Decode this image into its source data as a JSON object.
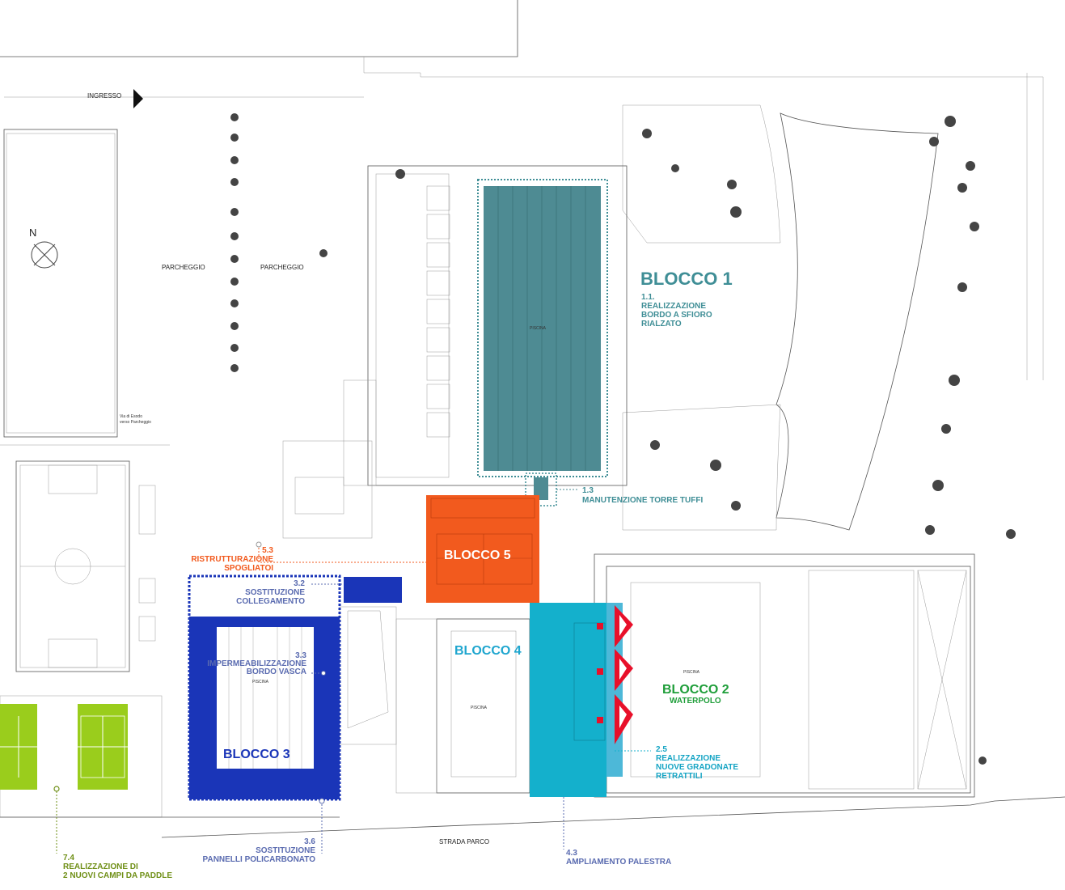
{
  "colors": {
    "blocco1": "#3f8e96",
    "blocco2": "#1f9e3a",
    "blocco3": "#1a35b8",
    "blocco4": "#14b0cc",
    "blocco5": "#f25a1e",
    "paddle": "#9acd1c",
    "arrow_red": "#e8102a"
  },
  "site": {
    "ingresso": "INGRESSO",
    "north": "N",
    "parcheggio_1": "PARCHEGGIO",
    "parcheggio_2": "PARCHEGGIO",
    "via_esodo_1": "Via di Esodo",
    "via_esodo_2": "verso Parcheggio",
    "strada_parco": "STRADA PARCO"
  },
  "pools": {
    "piscina_1": "PISCINA",
    "piscina_2": "PISCINA",
    "piscina_3": "PISCINA",
    "piscina_4": "PISCINA"
  },
  "blocks": {
    "blocco1": "BLOCCO 1",
    "blocco2": "BLOCCO 2",
    "blocco2_sub": "WATERPOLO",
    "blocco3": "BLOCCO 3",
    "blocco4": "BLOCCO 4",
    "blocco5": "BLOCCO 5"
  },
  "notes": {
    "n1_1": [
      "1.1.",
      "REALIZZAZIONE",
      "BORDO A SFIORO",
      "RIALZATO"
    ],
    "n1_3": [
      "1.3",
      "MANUTENZIONE TORRE TUFFI"
    ],
    "n5_3": [
      "5.3",
      "RISTRUTTURAZIONE",
      "SPOGLIATOI"
    ],
    "n3_2": [
      "3.2",
      "SOSTITUZIONE",
      "COLLEGAMENTO"
    ],
    "n3_3": [
      "3.3",
      "IMPERMEABILIZZAZIONE",
      "BORDO VASCA"
    ],
    "n3_6": [
      "3.6",
      "SOSTITUZIONE",
      "PANNELLI POLICARBONATO"
    ],
    "n2_5": [
      "2.5",
      "REALIZZAZIONE",
      "NUOVE GRADONATE",
      "RETRATTILI"
    ],
    "n4_3": [
      "4.3",
      "AMPLIAMENTO PALESTRA"
    ],
    "n7_4": [
      "7.4",
      "REALIZZAZIONE DI",
      "2 NUOVI CAMPI DA PADDLE"
    ]
  }
}
